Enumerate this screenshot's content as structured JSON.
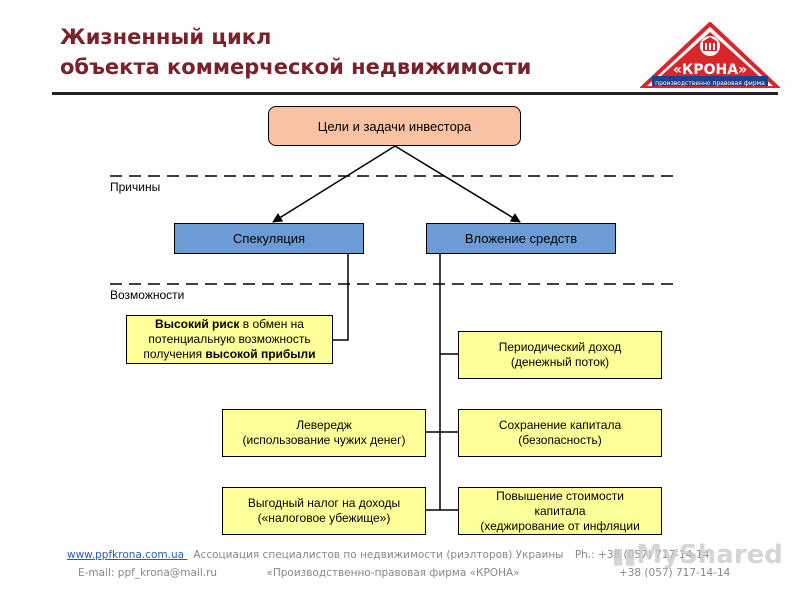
{
  "header": {
    "title_line1": "Жизненный цикл",
    "title_line2": "объекта коммерческой недвижимости"
  },
  "logo": {
    "name": "«КРОНА»",
    "subtitle": "производственно правовая фирма",
    "icon": "building-icon"
  },
  "diagram": {
    "top": "Цели и задачи инвестора",
    "label_reasons": "Причины",
    "label_opportunities": "Возможности",
    "speculation": "Спекуляция",
    "investment": "Вложение средств",
    "high_risk": {
      "bold1": "Высокий риск",
      "rest1": " в обмен на",
      "line2": "потенциальную возможность",
      "pre3": "получения ",
      "bold3": "высокой прибыли"
    },
    "periodic_income": [
      "Периодический доход",
      "(денежный поток)"
    ],
    "leverage": [
      "Левередж",
      "(использование чужих денег)"
    ],
    "capital_preservation": [
      "Сохранение капитала",
      "(безопасность)"
    ],
    "tax": [
      "Выгодный налог на доходы",
      "(«налоговое убежище»)"
    ],
    "value_growth": [
      "Повышение стоимости",
      "капитала",
      "(хеджирование от инфляции"
    ]
  },
  "footer": {
    "url": "www.ppfkrona.com.ua ",
    "association": "Ассоциация специалистов по недвижимости (риэлторов) Украины",
    "phone_label": "Ph.: +38 (057) 717-14-14",
    "email": "E-mail: ppf_krona@mail.ru",
    "firm": "«Производственно-правовая фирма «КРОНА»",
    "phone2": "+38 (057) 717-14-14"
  },
  "watermark": "MyShared",
  "colors": {
    "title": "#7a2229",
    "top_box": "#f9c3a3",
    "blue_box": "#6c9bd6",
    "yellow_box": "#ffff99",
    "logo_red": "#d9262a"
  }
}
